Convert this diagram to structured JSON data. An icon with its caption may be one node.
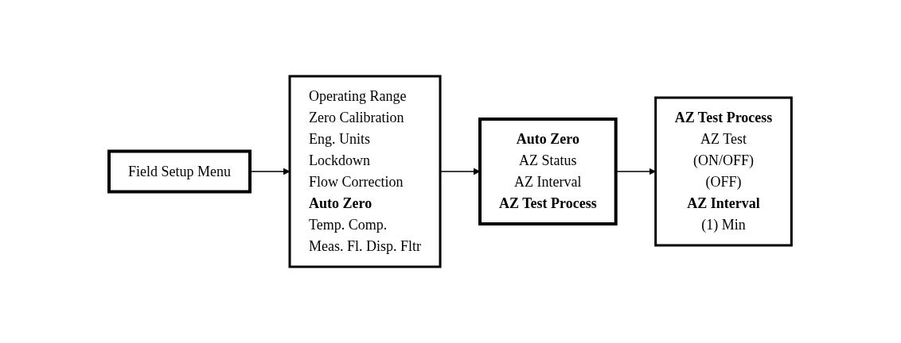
{
  "diagram": {
    "nodes": [
      {
        "text": [
          "Field Setup Menu"
        ]
      },
      {
        "text": [
          "Operating Range",
          "Zero Calibration",
          "Eng. Units",
          "Lockdown",
          "Flow Correction",
          "**Auto Zero**",
          "Temp. Comp.",
          "Meas. Fl. Disp. Fltr"
        ]
      },
      {
        "text": [
          "**Auto Zero**",
          "AZ Status",
          "AZ Interval",
          "**AZ Test Process**"
        ]
      },
      {
        "text": [
          "**AZ Test Process**",
          "AZ Test",
          "(ON/OFF)",
          "(OFF)",
          "**AZ Interval**",
          "(1) Min"
        ]
      }
    ],
    "edges": [
      {
        "from": 0,
        "to": 1,
        "arrow": "to"
      },
      {
        "from": 1,
        "to": 2,
        "arrow": "to"
      },
      {
        "from": 2,
        "to": 3,
        "arrow": "to"
      }
    ]
  }
}
